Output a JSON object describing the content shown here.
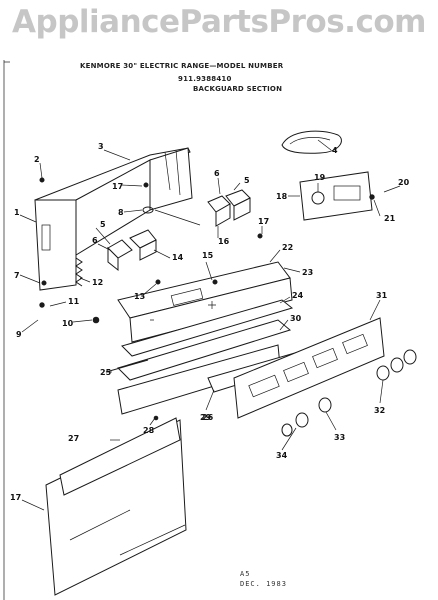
{
  "watermark": "AppliancePartsPros.com",
  "header": {
    "line1": "KENMORE 30\" ELECTRIC RANGE—MODEL NUMBER",
    "line2": "911.9388410",
    "line3": "BACKGUARD SECTION"
  },
  "footer": {
    "code": "A5",
    "date": "DEC. 1983"
  },
  "callouts": [
    "1",
    "2",
    "3",
    "4",
    "5",
    "5",
    "6",
    "6",
    "7",
    "8",
    "9",
    "10",
    "11",
    "12",
    "13",
    "14",
    "15",
    "16",
    "17",
    "17",
    "17",
    "18",
    "19",
    "20",
    "21",
    "22",
    "23",
    "24",
    "25",
    "26",
    "27",
    "28",
    "29",
    "30",
    "31",
    "32",
    "33",
    "34"
  ]
}
